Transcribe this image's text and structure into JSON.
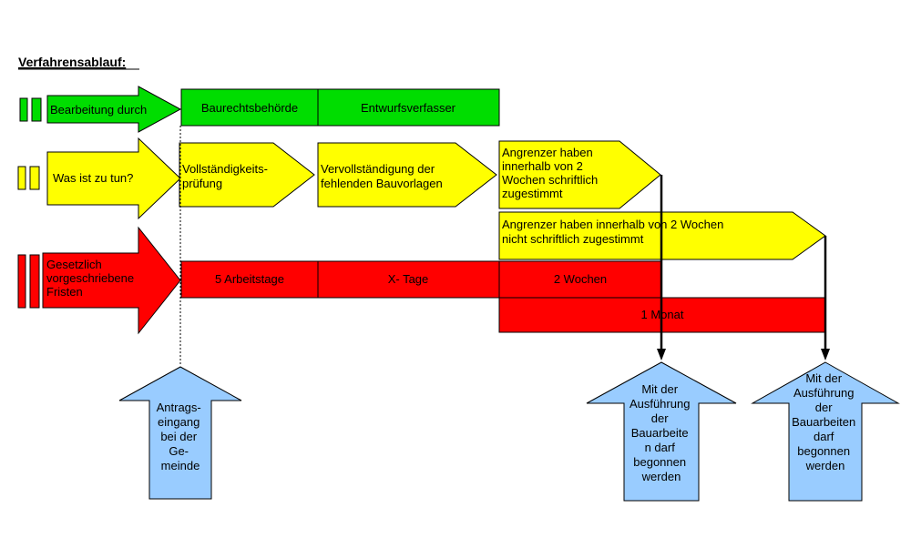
{
  "title": "Verfahrensablauf:",
  "colors": {
    "green": "#00dd00",
    "yellow": "#ffff00",
    "red": "#ff0000",
    "blue": "#99ccff",
    "stroke": "#000000"
  },
  "rows": {
    "bearbeitung": {
      "label": "Bearbeitung durch",
      "cells": [
        "Baurechtsbehörde",
        "Entwurfsverfasser"
      ]
    },
    "todo": {
      "label": "Was ist zu tun?",
      "steps": [
        [
          "Vollständigkeits-",
          "prüfung"
        ],
        [
          "Vervollständigung der",
          "fehlenden Bauvorlagen"
        ],
        [
          "Angrenzer haben",
          "innerhalb von 2",
          "Wochen schriftlich",
          "zugestimmt"
        ]
      ],
      "alt_step": [
        "Angrenzer haben innerhalb von 2 Wochen",
        "nicht schriftlich zugestimmt"
      ]
    },
    "fristen": {
      "label": [
        "Gesetzlich",
        "vorgeschriebene",
        "Fristen"
      ],
      "cells": [
        "5 Arbeitstage",
        "X- Tage",
        "2 Wochen"
      ],
      "long_cell": "1 Monat"
    }
  },
  "callouts": {
    "antrag": [
      "Antrags-",
      "eingang",
      "bei der",
      "Ge-",
      "meinde"
    ],
    "start_1": [
      "Mit der",
      "Ausführung",
      "der",
      "Bauarbeite",
      "n darf",
      "begonnen",
      "werden"
    ],
    "start_2": [
      "Mit der",
      "Ausführung",
      "der",
      "Bauarbeiten",
      "darf",
      "begonnen",
      "werden"
    ]
  }
}
